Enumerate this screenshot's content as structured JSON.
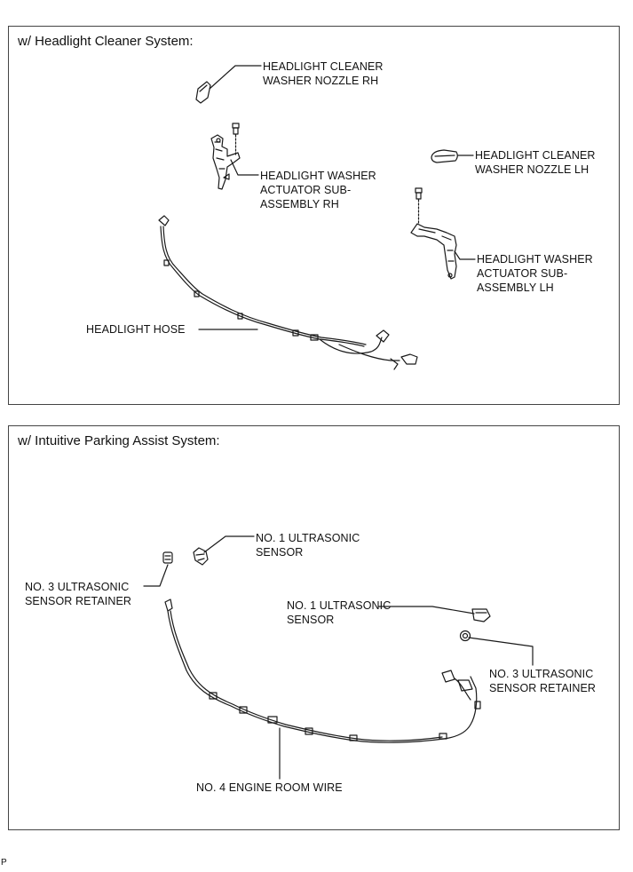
{
  "panels": [
    {
      "title": "w/ Headlight Cleaner System:",
      "labels": {
        "nozzle_rh": [
          "HEADLIGHT CLEANER",
          "WASHER NOZZLE RH"
        ],
        "nozzle_lh": [
          "HEADLIGHT CLEANER",
          "WASHER NOZZLE LH"
        ],
        "actuator_rh": [
          "HEADLIGHT WASHER",
          "ACTUATOR SUB-",
          "ASSEMBLY RH"
        ],
        "actuator_lh": [
          "HEADLIGHT WASHER",
          "ACTUATOR SUB-",
          "ASSEMBLY LH"
        ],
        "hose": [
          "HEADLIGHT HOSE"
        ]
      }
    },
    {
      "title": "w/ Intuitive Parking Assist System:",
      "labels": {
        "sensor_left": [
          "NO. 1 ULTRASONIC",
          "SENSOR"
        ],
        "retainer_left": [
          "NO. 3 ULTRASONIC",
          "SENSOR RETAINER"
        ],
        "sensor_right": [
          "NO. 1 ULTRASONIC",
          "SENSOR"
        ],
        "retainer_right": [
          "NO. 3 ULTRASONIC",
          "SENSOR RETAINER"
        ],
        "wire": [
          "NO. 4 ENGINE ROOM WIRE"
        ]
      }
    }
  ],
  "footer": "P",
  "colors": {
    "line": "#1a1a1a",
    "frame": "#444444"
  }
}
